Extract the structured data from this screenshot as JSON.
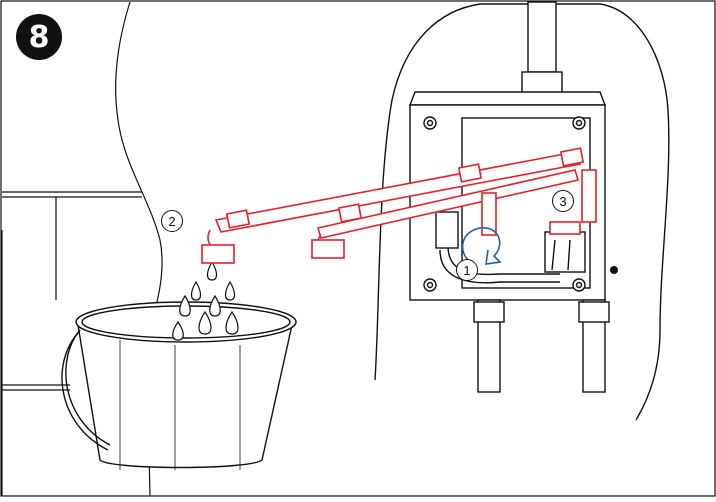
{
  "step": {
    "number": "8"
  },
  "callouts": {
    "one": "1",
    "two": "2",
    "three": "3"
  },
  "colors": {
    "line": "#111111",
    "hose": "#e8202a",
    "background": "#ffffff",
    "badge": "#111111"
  },
  "icons": [
    "bucket-icon",
    "water-drop-icon",
    "wall-tile-icon",
    "valve-box-icon",
    "hose-icon"
  ]
}
